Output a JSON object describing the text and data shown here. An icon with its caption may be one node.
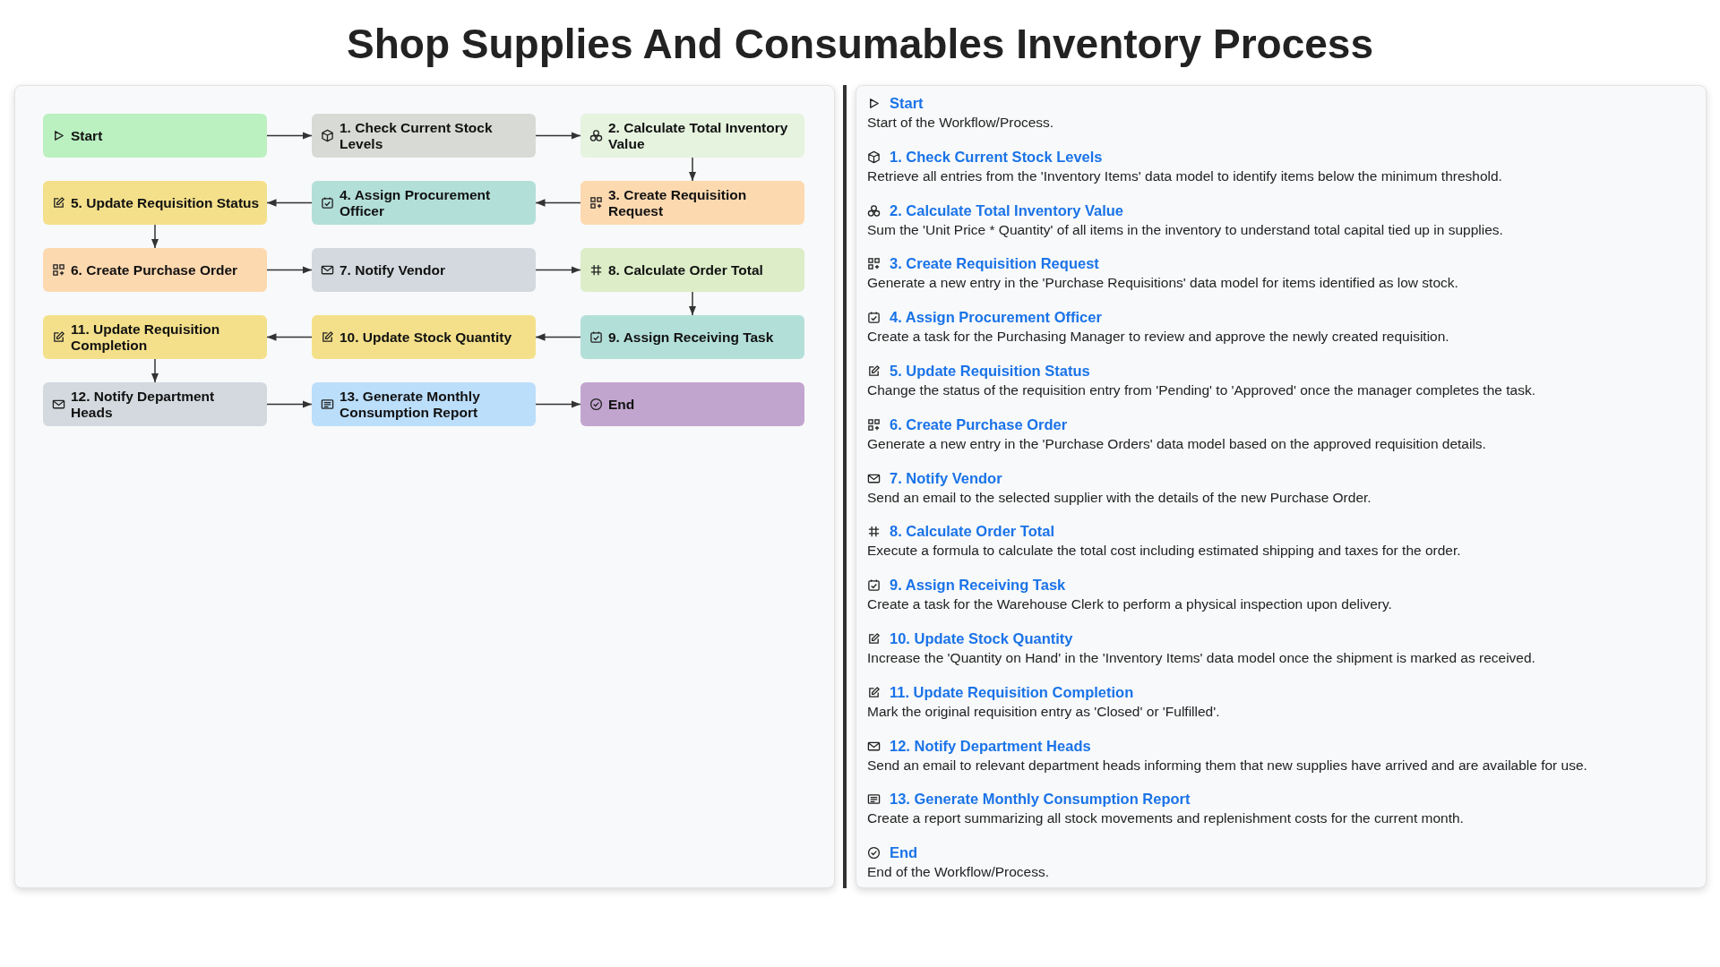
{
  "diagram": {
    "title": "Shop Supplies And Consumables Inventory Process",
    "nodes": [
      {
        "text": [
          "Start"
        ]
      },
      {
        "text": [
          "1. Check Current Stock Levels"
        ]
      },
      {
        "text": [
          "2. Calculate Total Inventory Value"
        ]
      },
      {
        "text": [
          "3. Create Requisition Request"
        ]
      },
      {
        "text": [
          "4. Assign Procurement Officer"
        ]
      },
      {
        "text": [
          "5. Update Requisition Status"
        ]
      },
      {
        "text": [
          "6. Create Purchase Order"
        ]
      },
      {
        "text": [
          "7. Notify Vendor"
        ]
      },
      {
        "text": [
          "8. Calculate Order Total"
        ]
      },
      {
        "text": [
          "9. Assign Receiving Task"
        ]
      },
      {
        "text": [
          "10. Update Stock Quantity"
        ]
      },
      {
        "text": [
          "11. Update Requisition Completion"
        ]
      },
      {
        "text": [
          "12. Notify Department Heads"
        ]
      },
      {
        "text": [
          "13. Generate Monthly Consumption Report"
        ]
      },
      {
        "text": [
          "End"
        ]
      }
    ],
    "edges": [
      {
        "from": 0,
        "to": 1,
        "arrow": "to"
      },
      {
        "from": 1,
        "to": 2,
        "arrow": "to"
      },
      {
        "from": 2,
        "to": 3,
        "arrow": "to"
      },
      {
        "from": 3,
        "to": 4,
        "arrow": "to"
      },
      {
        "from": 4,
        "to": 5,
        "arrow": "to"
      },
      {
        "from": 5,
        "to": 6,
        "arrow": "to"
      },
      {
        "from": 6,
        "to": 7,
        "arrow": "to"
      },
      {
        "from": 7,
        "to": 8,
        "arrow": "to"
      },
      {
        "from": 8,
        "to": 9,
        "arrow": "to"
      },
      {
        "from": 9,
        "to": 10,
        "arrow": "to"
      },
      {
        "from": 10,
        "to": 11,
        "arrow": "to"
      },
      {
        "from": 11,
        "to": 12,
        "arrow": "to"
      },
      {
        "from": 12,
        "to": 13,
        "arrow": "to"
      },
      {
        "from": 13,
        "to": 14,
        "arrow": "to"
      }
    ],
    "labels": [
      "Start",
      "Start of the Workflow/Process.",
      "1. Check Current Stock Levels",
      "Retrieve all entries from the 'Inventory Items' data model to identify items below the minimum threshold.",
      "2. Calculate Total Inventory Value",
      "Sum the 'Unit Price * Quantity' of all items in the inventory to understand total capital tied up in supplies.",
      "3. Create Requisition Request",
      "Generate a new entry in the 'Purchase Requisitions' data model for items identified as low stock.",
      "4. Assign Procurement Officer",
      "Create a task for the Purchasing Manager to review and approve the newly created requisition.",
      "5. Update Requisition Status",
      "Change the status of the requisition entry from 'Pending' to 'Approved' once the manager completes the task.",
      "6. Create Purchase Order",
      "Generate a new entry in the 'Purchase Orders' data model based on the approved requisition details.",
      "7. Notify Vendor",
      "Send an email to the selected supplier with the details of the new Purchase Order.",
      "8. Calculate Order Total",
      "Execute a formula to calculate the total cost including estimated shipping and taxes for the order.",
      "9. Assign Receiving Task",
      "Create a task for the Warehouse Clerk to perform a physical inspection upon delivery.",
      "10. Update Stock Quantity",
      "Increase the 'Quantity on Hand' in the 'Inventory Items' data model once the shipment is marked as received.",
      "11. Update Requisition Completion",
      "Mark the original requisition entry as 'Closed' or 'Fulfilled'.",
      "12. Notify Department Heads",
      "Send an email to relevant department heads informing them that new supplies have arrived and are available for use.",
      "13. Generate Monthly Consumption Report",
      "Create a report summarizing all stock movements and replenishment costs for the current month.",
      "End",
      "End of the Workflow/Process."
    ]
  }
}
